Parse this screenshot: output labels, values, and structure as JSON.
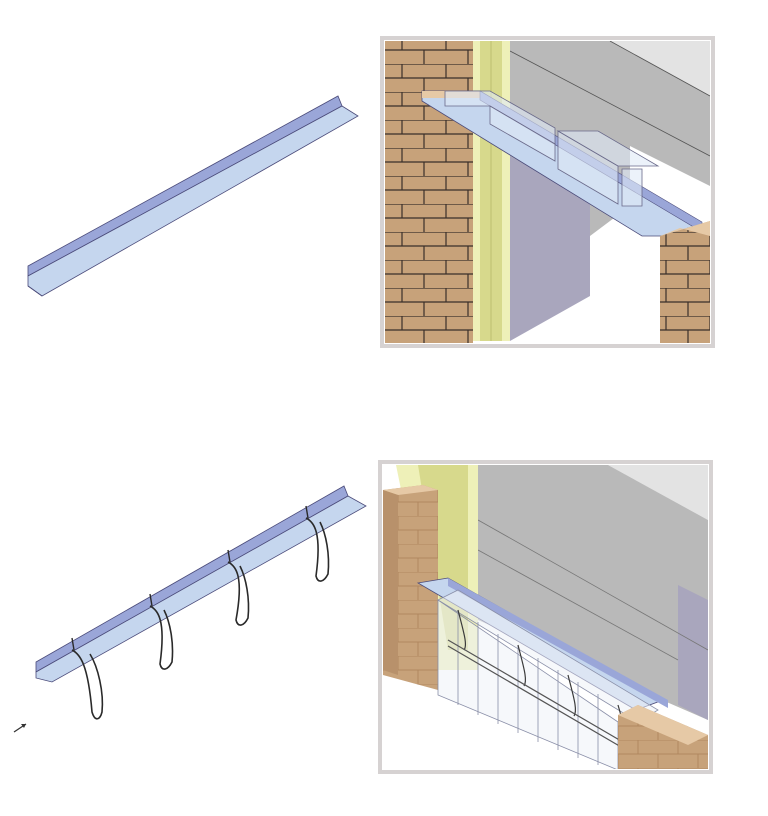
{
  "figures": [
    {
      "id": "angle-lintel",
      "kind": "steel angle lintel"
    },
    {
      "id": "angle-lintel-in-wall",
      "kind": "angle lintel installed in cavity wall"
    },
    {
      "id": "angle-lintel-with-hangers",
      "kind": "angle lintel with wire hangers"
    },
    {
      "id": "hanger-lintel-in-wall",
      "kind": "angle lintel with hangers and soldier course"
    }
  ],
  "colors": {
    "steel_top": "#c5d6ee",
    "steel_face": "#9aa6d8",
    "steel_edge": "#4b4b7a",
    "brick": "#c7a27a",
    "brick_light": "#e6c9a6",
    "mortar": "#3a2f29",
    "insulation": "#d7d98c",
    "insulation_light": "#eef0b8",
    "block_top": "#e3e3e3",
    "block_face": "#b9b9b9",
    "block_dark": "#a9a6bd",
    "frame": "#d6d2d2",
    "wire": "#2a2a2a"
  },
  "icons": [
    "arrow-icon"
  ]
}
